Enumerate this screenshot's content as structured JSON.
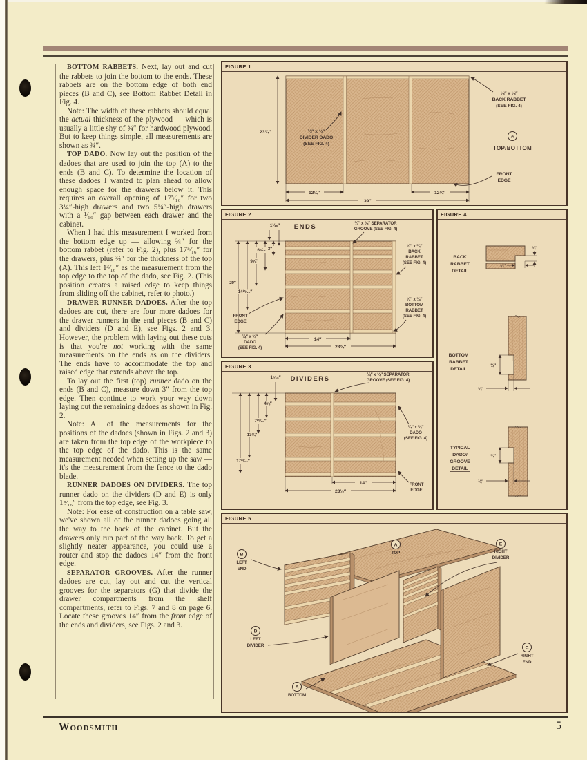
{
  "footer": {
    "brand": "Woodsmith",
    "page_number": "5"
  },
  "colors": {
    "page_bg": "#f3ecc8",
    "panel_bg": "#eddcba",
    "accent_bar": "#a28576",
    "panel_border": "#483428",
    "wood": "#d8b58c",
    "text": "#3c332a"
  },
  "article": {
    "paragraphs": [
      {
        "segments": [
          {
            "s": "lead",
            "t": "BOTTOM RABBETS."
          },
          {
            "s": "",
            "t": " Next, lay out and cut the rabbets to join the bottom to the ends. These rabbets are on the bottom edge of both end pieces (B and C), see Bottom Rabbet Detail in Fig. 4."
          }
        ]
      },
      {
        "segments": [
          {
            "s": "",
            "t": "Note: The width of these rabbets should equal the "
          },
          {
            "s": "i",
            "t": "actual"
          },
          {
            "s": "",
            "t": " thickness of the plywood — which is usually a little shy of ¾″ for hardwood plywood. But to keep things simple, all measurements are shown as ¾″."
          }
        ]
      },
      {
        "segments": [
          {
            "s": "lead",
            "t": "TOP DADO."
          },
          {
            "s": "",
            "t": " Now lay out the position of the dadoes that are used to join the top (A) to the ends (B and C). To determine the location of these dadoes I wanted to plan ahead to allow enough space for the drawers below it. This requires an overall opening of 17⁵⁄₁₆″ for two 3¼″-high drawers and two 5¼″-high drawers with a ¹⁄₁₆″ gap between each drawer and the cabinet."
          }
        ]
      },
      {
        "segments": [
          {
            "s": "",
            "t": "When I had this measurement I worked from the bottom edge up — allowing ¾″ for the bottom rabbet (refer to Fig. 2), plus 17⁵⁄₁₆″ for the drawers, plus ¾″ for the thickness of the top (A). This left 1³⁄₁₆″ as the measurement from the top edge to the top of the dado, see Fig. 2. (This position creates a raised edge to keep things from sliding off the cabinet, refer to photo.)"
          }
        ]
      },
      {
        "segments": [
          {
            "s": "lead",
            "t": "DRAWER RUNNER DADOES."
          },
          {
            "s": "",
            "t": " After the top dadoes are cut, there are four more dadoes for the drawer runners in the end pieces (B and C) and dividers (D and E), see Figs. 2 and 3. However, the problem with laying out these cuts is that you're "
          },
          {
            "s": "i",
            "t": "not"
          },
          {
            "s": "",
            "t": " working with the same measurements on the ends as on the dividers. The ends have to accommodate the top and raised edge that extends above the top."
          }
        ]
      },
      {
        "segments": [
          {
            "s": "",
            "t": "To lay out the first (top) "
          },
          {
            "s": "i",
            "t": "runner"
          },
          {
            "s": "",
            "t": " dado on the ends (B and C), measure down 3″ from the top edge. Then continue to work your way down laying out the remaining dadoes as shown in Fig. 2."
          }
        ]
      },
      {
        "segments": [
          {
            "s": "",
            "t": "Note: All of the measurements for the positions of the dadoes (shown in Figs. 2 and 3) are taken from the top edge of the workpiece to the top edge of the dado. This is the same measurement needed when setting up the saw — it's the measurement from the fence to the dado blade."
          }
        ]
      },
      {
        "segments": [
          {
            "s": "lead",
            "t": "RUNNER DADOES ON DIVIDERS."
          },
          {
            "s": "",
            "t": " The top runner dado on the dividers (D and E) is only 1⁵⁄₁₆″ from the top edge, see Fig. 3."
          }
        ]
      },
      {
        "segments": [
          {
            "s": "",
            "t": "Note: For ease of construction on a table saw, we've shown all of the runner dadoes going all the way to the back of the cabinet. But the drawers only run part of the way back. To get a slightly neater appearance, you could use a router and stop the dadoes 14″ from the front edge."
          }
        ]
      },
      {
        "segments": [
          {
            "s": "lead",
            "t": "SEPARATOR GROOVES."
          },
          {
            "s": "",
            "t": " After the runner dadoes are cut, lay out and cut the vertical grooves for the separators (G) that divide the drawer compartments from the shelf compartments, refer to Figs. 7 and 8 on page 6. Locate these grooves 14″ from the "
          },
          {
            "s": "i",
            "t": "front"
          },
          {
            "s": "",
            "t": " edge of the ends and dividers, see Figs. 2 and 3."
          }
        ]
      }
    ]
  },
  "figures": {
    "fig1": {
      "label": "FIGURE 1",
      "part_circle": "A",
      "part_name": "TOP/BOTTOM",
      "height_dim": "23¾″",
      "left_dim": "12¼″",
      "right_dim": "12¼″",
      "width_dim": "39″",
      "divider_dado": [
        "¼″ x ¾″",
        "DIVIDER DADO",
        "(SEE FIG. 4)"
      ],
      "back_rabbet": [
        "¼″ x ¼″",
        "BACK RABBET",
        "(SEE FIG. 4)"
      ],
      "front_edge": [
        "FRONT",
        "EDGE"
      ]
    },
    "fig2": {
      "label": "FIGURE 2",
      "title": "ENDS",
      "top_dim": "1³⁄₁₆″",
      "dado_dims": [
        "3″",
        "6⁵⁄₁₆″",
        "9⅝″",
        "14¹⁵⁄₁₆″"
      ],
      "height_dim": "20″",
      "groove_dim": "14″",
      "depth_dim": "23¾″",
      "separator_groove": [
        "¼″ x ¾″ SEPARATOR",
        "GROOVE (SEE FIG. 4)"
      ],
      "back_rabbet": [
        "¼″ x ¼″",
        "BACK",
        "RABBET",
        "(SEE FIG. 4)"
      ],
      "bottom_rabbet": [
        "¼″ x ¾″",
        "BOTTOM",
        "RABBET",
        "(SEE FIG. 4)"
      ],
      "front_edge": [
        "FRONT",
        "EDGE"
      ],
      "dado": [
        "¼″ x ¾″",
        "DADO",
        "(SEE FIG. 4)"
      ]
    },
    "fig3": {
      "label": "FIGURE 3",
      "title": "DIVIDERS",
      "top_dim": "1⁵⁄₁₆″",
      "dado_dims": [
        "4⅝″",
        "7¹⁵⁄₁₆″",
        "13¼″",
        "17¹³⁄₁₆″"
      ],
      "groove_dim": "14″",
      "depth_dim": "23½″",
      "separator_groove": [
        "¼″ x ¾″ SEPARATOR",
        "GROOVE (SEE FIG. 4)"
      ],
      "dado": [
        "¼″ x ¾″",
        "DADO",
        "(SEE FIG. 4)"
      ],
      "front_edge": [
        "FRONT",
        "EDGE"
      ]
    },
    "fig4": {
      "label": "FIGURE 4",
      "back_rabbet": {
        "name": [
          "BACK",
          "RABBET",
          "DETAIL"
        ],
        "dim_a": "¼″",
        "dim_b": "¼″"
      },
      "bottom_rabbet": {
        "name": [
          "BOTTOM",
          "RABBET",
          "DETAIL"
        ],
        "dim_a": "¾″",
        "dim_b": "¼″"
      },
      "dado_groove": {
        "name": [
          "TYPICAL",
          "DADO/",
          "GROOVE",
          "DETAIL"
        ],
        "dim_a": "¾″",
        "dim_b": "¼″"
      }
    },
    "fig5": {
      "label": "FIGURE 5",
      "left_end": {
        "circle": "B",
        "lines": [
          "LEFT",
          "END"
        ]
      },
      "left_divider": {
        "circle": "D",
        "lines": [
          "LEFT",
          "DIVIDER"
        ]
      },
      "top": {
        "circle": "A",
        "lines": [
          "TOP"
        ]
      },
      "right_divider": {
        "circle": "E",
        "lines": [
          "RIGHT",
          "DIVIDER"
        ]
      },
      "right_end": {
        "circle": "C",
        "lines": [
          "RIGHT",
          "END"
        ]
      },
      "bottom": {
        "circle": "A",
        "lines": [
          "BOTTOM"
        ]
      }
    }
  }
}
